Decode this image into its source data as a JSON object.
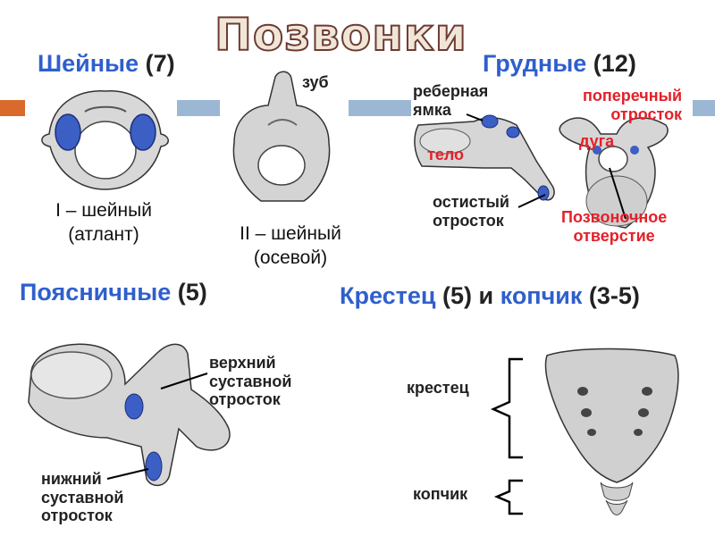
{
  "title": "Позвонки",
  "colors": {
    "accent_blue": "#2f5fcc",
    "label_red": "#e4202a",
    "bar_blue": "#9bb7d4",
    "bar_orange": "#d96a2c",
    "bone": "#d8d8d8",
    "cartilage": "#3b5fc4"
  },
  "sections": {
    "cervical": {
      "name": "Шейные",
      "count": "(7)"
    },
    "thoracic": {
      "name": "Грудные",
      "count": "(12)"
    },
    "lumbar": {
      "name": "Поясничные",
      "count": "(5)"
    },
    "sacral": {
      "name1": "Крестец",
      "count1": "(5)",
      "conj": "и",
      "name2": "копчик",
      "count2": "(3-5)"
    }
  },
  "labels": {
    "atlas_line1": "I – шейный",
    "atlas_line2": "(атлант)",
    "axis_line1": "II – шейный",
    "axis_line2": "(осевой)",
    "tooth": "зуб",
    "costal_pit_1": "реберная",
    "costal_pit_2": "ямка",
    "body": "тело",
    "spinous_1": "остистый",
    "spinous_2": "отросток",
    "transverse_1": "поперечный",
    "transverse_2": "отросток",
    "arch": "дуга",
    "foramen_1": "Позвоночное",
    "foramen_2": "отверстие",
    "upper_art_1": "верхний",
    "upper_art_2": "суставной",
    "upper_art_3": "отросток",
    "lower_art_1": "нижний",
    "lower_art_2": "суставной",
    "lower_art_3": "отросток",
    "sacrum": "крестец",
    "coccyx": "копчик"
  }
}
